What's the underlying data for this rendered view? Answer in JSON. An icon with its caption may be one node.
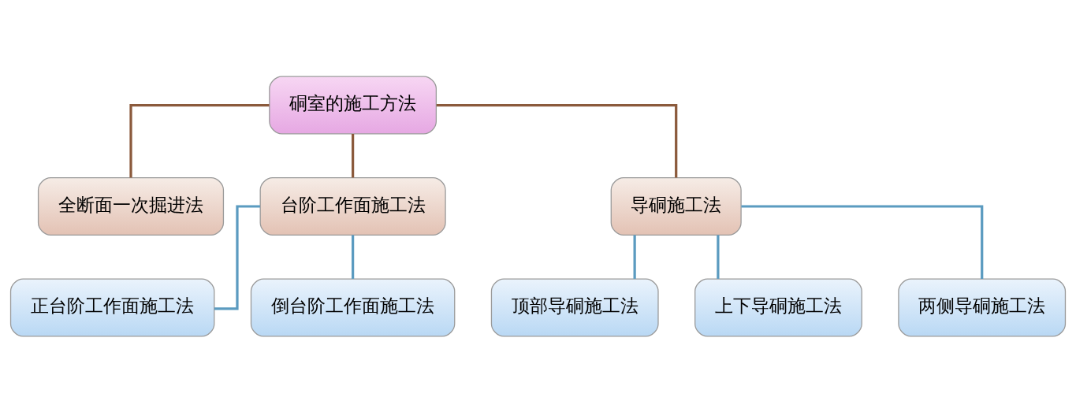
{
  "diagram": {
    "nodes": [
      {
        "text": [
          "硐室的施工方法"
        ]
      },
      {
        "text": [
          "全断面一次掘进法"
        ]
      },
      {
        "text": [
          "台阶工作面施工法"
        ]
      },
      {
        "text": [
          "导硐施工法"
        ]
      },
      {
        "text": [
          "正台阶工作面施工法"
        ]
      },
      {
        "text": [
          "倒台阶工作面施工法"
        ]
      },
      {
        "text": [
          "顶部导硐施工法"
        ]
      },
      {
        "text": [
          "上下导硐施工法"
        ]
      },
      {
        "text": [
          "两侧导硐施工法"
        ]
      }
    ],
    "edges": [
      {
        "from": 0,
        "to": 1,
        "arrow": "none",
        "color": "#8b5a3c"
      },
      {
        "from": 0,
        "to": 2,
        "arrow": "none",
        "color": "#8b5a3c"
      },
      {
        "from": 0,
        "to": 3,
        "arrow": "none",
        "color": "#8b5a3c"
      },
      {
        "from": 2,
        "to": 4,
        "arrow": "none"
      },
      {
        "from": 2,
        "to": 5,
        "arrow": "none"
      },
      {
        "from": 3,
        "to": 6,
        "arrow": "none"
      },
      {
        "from": 3,
        "to": 7,
        "arrow": "none"
      },
      {
        "from": 3,
        "to": 8,
        "arrow": "none"
      }
    ]
  }
}
